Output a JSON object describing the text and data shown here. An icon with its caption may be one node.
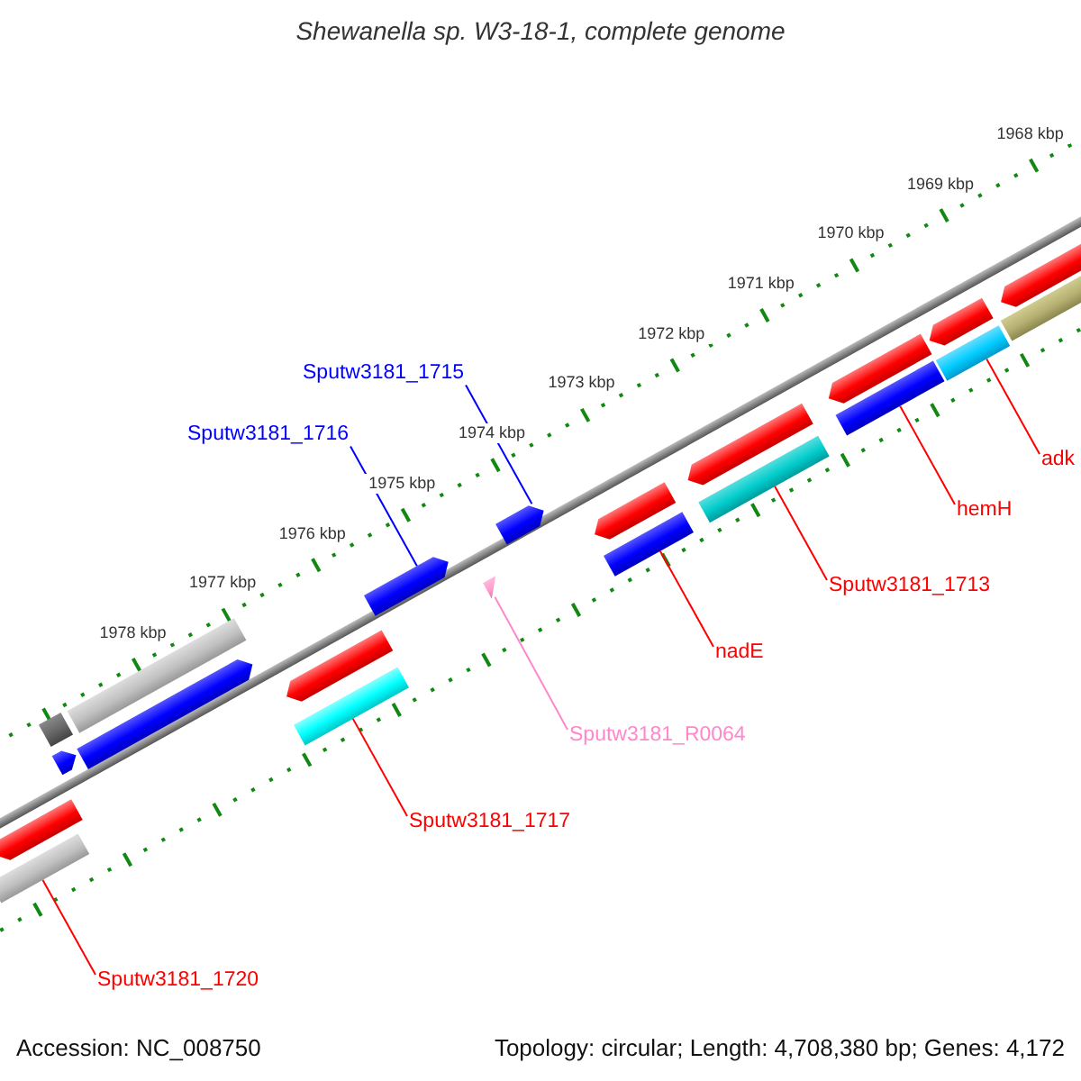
{
  "diagram": {
    "title": "Shewanella sp. W3-18-1, complete genome",
    "nodes": [
      {
        "text": [
          "Sputw3181_1715"
        ]
      },
      {
        "text": [
          "Sputw3181_1716"
        ]
      },
      {
        "text": [
          "adk"
        ]
      },
      {
        "text": [
          "hemH"
        ]
      },
      {
        "text": [
          "Sputw3181_1713"
        ]
      },
      {
        "text": [
          "nadE"
        ]
      },
      {
        "text": [
          "Sputw3181_R0064"
        ]
      },
      {
        "text": [
          "Sputw3181_1717"
        ]
      },
      {
        "text": [
          "Sputw3181_1720"
        ]
      },
      {
        "text": [],
        "shape": "arrow"
      },
      {
        "text": [],
        "shape": "bar"
      },
      {
        "text": [],
        "shape": "box"
      },
      {
        "text": [],
        "shape": "arrow"
      },
      {
        "text": [],
        "shape": "bar"
      },
      {
        "text": [],
        "shape": "arrow"
      },
      {
        "text": [],
        "shape": "arrow"
      },
      {
        "text": [],
        "shape": "bar"
      },
      {
        "text": [],
        "shape": "arrow"
      },
      {
        "text": [],
        "shape": "triangle"
      },
      {
        "text": [],
        "shape": "arrow"
      },
      {
        "text": [],
        "shape": "arrow"
      },
      {
        "text": [],
        "shape": "bar"
      },
      {
        "text": [],
        "shape": "arrow"
      },
      {
        "text": [],
        "shape": "bar"
      },
      {
        "text": [],
        "shape": "arrow"
      },
      {
        "text": [],
        "shape": "bar"
      },
      {
        "text": [],
        "shape": "arrow"
      },
      {
        "text": [],
        "shape": "bar"
      },
      {
        "text": [],
        "shape": "arrow"
      },
      {
        "text": [],
        "shape": "bar"
      }
    ],
    "edges": [
      {
        "from": 0,
        "to": 19,
        "arrow": "none",
        "color": "#0000ff"
      },
      {
        "from": 1,
        "to": 17,
        "arrow": "none",
        "color": "#0000ff"
      },
      {
        "from": 2,
        "to": 27,
        "arrow": "none"
      },
      {
        "from": 3,
        "to": 25,
        "arrow": "none"
      },
      {
        "from": 4,
        "to": 23,
        "arrow": "none"
      },
      {
        "from": 5,
        "to": 21,
        "arrow": "none"
      },
      {
        "from": 6,
        "to": 18,
        "arrow": "none",
        "color": "#ff88cc"
      },
      {
        "from": 7,
        "to": 16,
        "arrow": "none"
      },
      {
        "from": 8,
        "to": 10,
        "arrow": "none"
      }
    ],
    "labels": [
      "1968 kbp",
      "1969 kbp",
      "1970 kbp",
      "1971 kbp",
      "1972 kbp",
      "1973 kbp",
      "1974 kbp",
      "1975 kbp",
      "1976 kbp",
      "1977 kbp",
      "1978 kbp",
      "Accession: NC_008750",
      "Topology: circular; Length: 4,708,380 bp; Genes: 4,172"
    ]
  }
}
